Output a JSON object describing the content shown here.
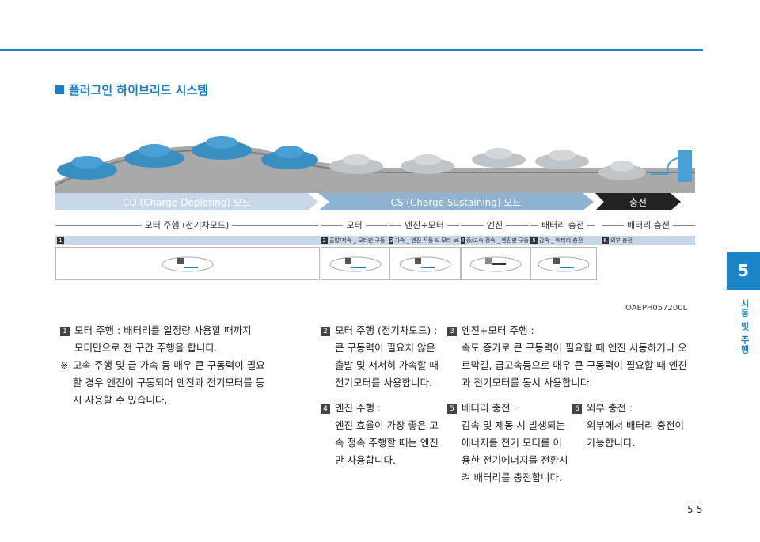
{
  "section": {
    "number": "5",
    "side_label": "시동 및 주행"
  },
  "heading": "플러그인 하이브리드 시스템",
  "figure": {
    "modes": {
      "cd": "CD (Charge Depleting) 모드",
      "cs": "CS (Charge Sustaining) 모드",
      "charge": "충전"
    },
    "phases": [
      "모터 주행 (전기차모드)",
      "모터",
      "엔진+모터",
      "엔진",
      "배터리 충전",
      "배터리 충전"
    ],
    "steps": [
      {
        "n": "1",
        "label": ""
      },
      {
        "n": "2",
        "label": "출발/저속 _ 모터만 구동"
      },
      {
        "n": "3",
        "label": "가속 _ 엔진 작동 & 모터 보조"
      },
      {
        "n": "4",
        "label": "중/고속 정속 _ 엔진만 구동"
      },
      {
        "n": "5",
        "label": "감속 _ 배터리 충전"
      },
      {
        "n": "6",
        "label": "외부 충전"
      }
    ],
    "code": "OAEPH057200L"
  },
  "items": {
    "i1": {
      "n": "1",
      "title": "모터 주행 : 배터리를 일정량 사용할 때까지",
      "line2": "모터만으로 전 구간 주행을 합니다.",
      "note_mark": "※",
      "note": [
        "고속 주행 및 급 가속 등 매우 큰 구동력이 필요",
        "할 경우 엔진이 구동되어 엔진과 전기모터를 동",
        "시 사용할 수 있습니다."
      ]
    },
    "i2": {
      "n": "2",
      "title": "모터 주행 (전기차모드) :",
      "lines": [
        "큰 구동력이 필요치 않은",
        "출발 및 서서히 가속할 때",
        "전기모터를 사용합니다."
      ]
    },
    "i3": {
      "n": "3",
      "title": "엔진+모터 주행 :",
      "lines": [
        "속도 증가로 큰 구동력이 필요할 때 엔진 시동하거나 오",
        "르막길, 급고속등으로 매우 큰 구동력이 필요할 때 엔진",
        "과 전기모터를 동시 사용합니다."
      ]
    },
    "i4": {
      "n": "4",
      "title": "엔진 주행 :",
      "lines": [
        "엔진 효율이 가장 좋은 고",
        "속 정속 주행할 때는 엔진",
        "만 사용합니다."
      ]
    },
    "i5": {
      "n": "5",
      "title": "배터리 충전 :",
      "lines": [
        "감속 및 제동 시 발생되는",
        "에너지를 전기 모터를 이",
        "용한 전기에너지를 전환시",
        "켜 배터리를 충전합니다."
      ]
    },
    "i6": {
      "n": "6",
      "title": "외부 충전 :",
      "lines": [
        "외부에서 배터리 충전이",
        "가능합니다."
      ]
    }
  },
  "page_number": "5-5",
  "colors": {
    "accent": "#1a84c7",
    "cd": "#c9d8e8",
    "cs": "#8fb2d3"
  }
}
